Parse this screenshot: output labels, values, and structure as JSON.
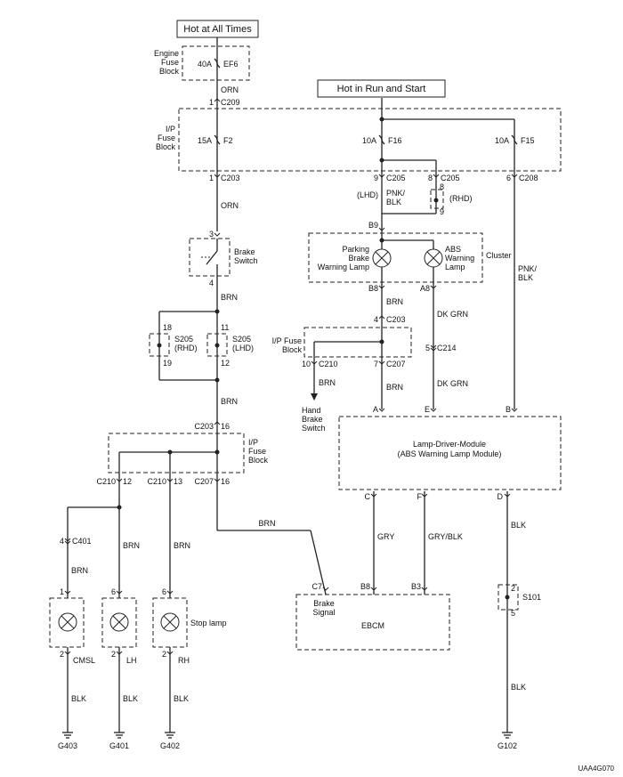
{
  "headers": {
    "hot_always": "Hot at All Times",
    "hot_run_start": "Hot in Run and Start"
  },
  "blocks": {
    "engine_fuse_block": [
      "Engine",
      "Fuse",
      "Block"
    ],
    "ip_fuse_block_top": [
      "I/P",
      "Fuse",
      "Block"
    ],
    "ip_fuse_block_mid": [
      "I/P Fuse",
      "Block"
    ],
    "ip_fuse_block_low": [
      "I/P",
      "Fuse",
      "Block"
    ],
    "cluster": "Cluster",
    "lamp_driver_module": [
      "Lamp-Driver-Module",
      "(ABS Warning Lamp Module)"
    ],
    "ebcm": "EBCM",
    "brake_signal": [
      "Brake",
      "Signal"
    ]
  },
  "fuses": {
    "ef6": {
      "rating": "40A",
      "name": "EF6"
    },
    "f2": {
      "rating": "15A",
      "name": "F2"
    },
    "f16": {
      "rating": "10A",
      "name": "F16"
    },
    "f15": {
      "rating": "10A",
      "name": "F15"
    }
  },
  "components": {
    "brake_switch": [
      "Brake",
      "Switch"
    ],
    "parking_brake_lamp": [
      "Parking",
      "Brake",
      "Warning Lamp"
    ],
    "abs_lamp": [
      "ABS",
      "Warning",
      "Lamp"
    ],
    "hand_brake_switch": [
      "Hand",
      "Brake",
      "Switch"
    ],
    "stop_lamp": "Stop lamp",
    "s205_rhd": [
      "S205",
      "(RHD)"
    ],
    "s205_lhd": [
      "S205",
      "(LHD)"
    ],
    "s101": "S101",
    "cmsl": "CMSL",
    "lh": "LH",
    "rh": "RH",
    "lhd": "(LHD)",
    "rhd": "(RHD)"
  },
  "connectors": {
    "c209": "C209",
    "c203": "C203",
    "c205": "C205",
    "c208": "C208",
    "c210": "C210",
    "c207": "C207",
    "c214": "C214",
    "c401": "C401"
  },
  "pins": {
    "p1": "1",
    "p2": "2",
    "p3": "3",
    "p4": "4",
    "p5": "5",
    "p6": "6",
    "p7": "7",
    "p8": "8",
    "p9": "9",
    "p10": "10",
    "p11": "11",
    "p12": "12",
    "p13": "13",
    "p16": "16",
    "p18": "18",
    "p19": "19",
    "b9": "B9",
    "b8": "B8",
    "a8": "A8",
    "pa": "A",
    "pe": "E",
    "pb": "B",
    "pc": "C",
    "pf": "F",
    "pd": "D",
    "c7": "C7",
    "eb8": "B8",
    "eb3": "B3"
  },
  "wires": {
    "orn": "ORN",
    "brn": "BRN",
    "pnk_blk": [
      "PNK/",
      "BLK"
    ],
    "dk_grn": "DK GRN",
    "gry": "GRY",
    "gry_blk": "GRY/BLK",
    "blk": "BLK"
  },
  "grounds": {
    "g403": "G403",
    "g401": "G401",
    "g402": "G402",
    "g102": "G102"
  },
  "code": "UAA4G070"
}
